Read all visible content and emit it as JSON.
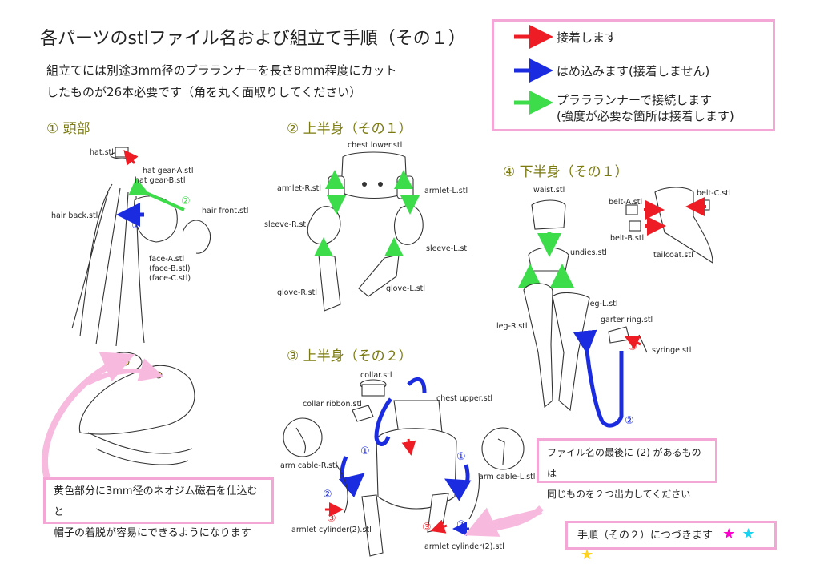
{
  "title": "各パーツのstlファイル名および組立て手順（その１）",
  "intro": {
    "line1": "組立てには別途3mm径のプラランナーを長さ8mm程度にカット",
    "line2": "したものが26本必要です（角を丸く面取りしてください）"
  },
  "legend": {
    "red": "接着します",
    "blue": "はめ込みます(接着しません)",
    "green_line1": "プララランナーで接続します",
    "green_line2": "(強度が必要な箇所は接着します)"
  },
  "colors": {
    "red": "#ee1c24",
    "blue": "#1b2be0",
    "green": "#3ddc4a",
    "pink": "#f4a6d6",
    "section": "#7a7a10"
  },
  "sections": {
    "head": "① 頭部",
    "upper1": "② 上半身（その１）",
    "upper2": "③ 上半身（その２）",
    "lower1": "④ 下半身（その１）"
  },
  "head_parts": {
    "hat": "hat.stl",
    "hat_gear_a": "hat gear-A.stl",
    "hat_gear_b": "hat gear-B.stl",
    "hair_front": "hair front.stl",
    "hair_back": "hair back.stl",
    "face_a": "face-A.stl",
    "face_b": "(face-B.stl)",
    "face_c": "(face-C.stl)",
    "step1": "①",
    "step2": "②"
  },
  "upper1_parts": {
    "chest_lower": "chest lower.stl",
    "armlet_r": "armlet-R.stl",
    "armlet_l": "armlet-L.stl",
    "sleeve_r": "sleeve-R.stl",
    "sleeve_l": "sleeve-L.stl",
    "glove_r": "glove-R.stl",
    "glove_l": "glove-L.stl"
  },
  "upper2_parts": {
    "collar": "collar.stl",
    "collar_ribbon": "collar ribbon.stl",
    "chest_upper": "chest upper.stl",
    "arm_cable_r": "arm cable-R.stl",
    "arm_cable_l": "arm cable-L.stl",
    "armlet_cylinder_l": "armlet cylinder(2).stl",
    "armlet_cylinder_r": "armlet cylinder(2).stl",
    "step1": "①",
    "step2": "②",
    "step3": "③"
  },
  "lower1_parts": {
    "waist": "waist.stl",
    "undies": "undies.stl",
    "belt_a": "belt-A.stl",
    "belt_b": "belt-B.stl",
    "belt_c": "belt-C.stl",
    "tailcoat": "tailcoat.stl",
    "leg_l": "leg-L.stl",
    "leg_r": "leg-R.stl",
    "garter_ring": "garter ring.stl",
    "syringe": "syringe.stl",
    "step1": "①",
    "step2": "②"
  },
  "magnet_note": {
    "line1": "黄色部分に3mm径のネオジム磁石を仕込むと",
    "line2": "帽子の着脱が容易にできるようになります"
  },
  "dup_note": {
    "line1": "ファイル名の最後に (2) があるものは",
    "line2": "同じものを２つ出力してください"
  },
  "next_note": {
    "text": "手順（その２）につづきます",
    "stars": [
      "★",
      "★",
      "★"
    ],
    "star_colors": [
      "#ff00cc",
      "#19d3f0",
      "#ffd21f"
    ]
  }
}
